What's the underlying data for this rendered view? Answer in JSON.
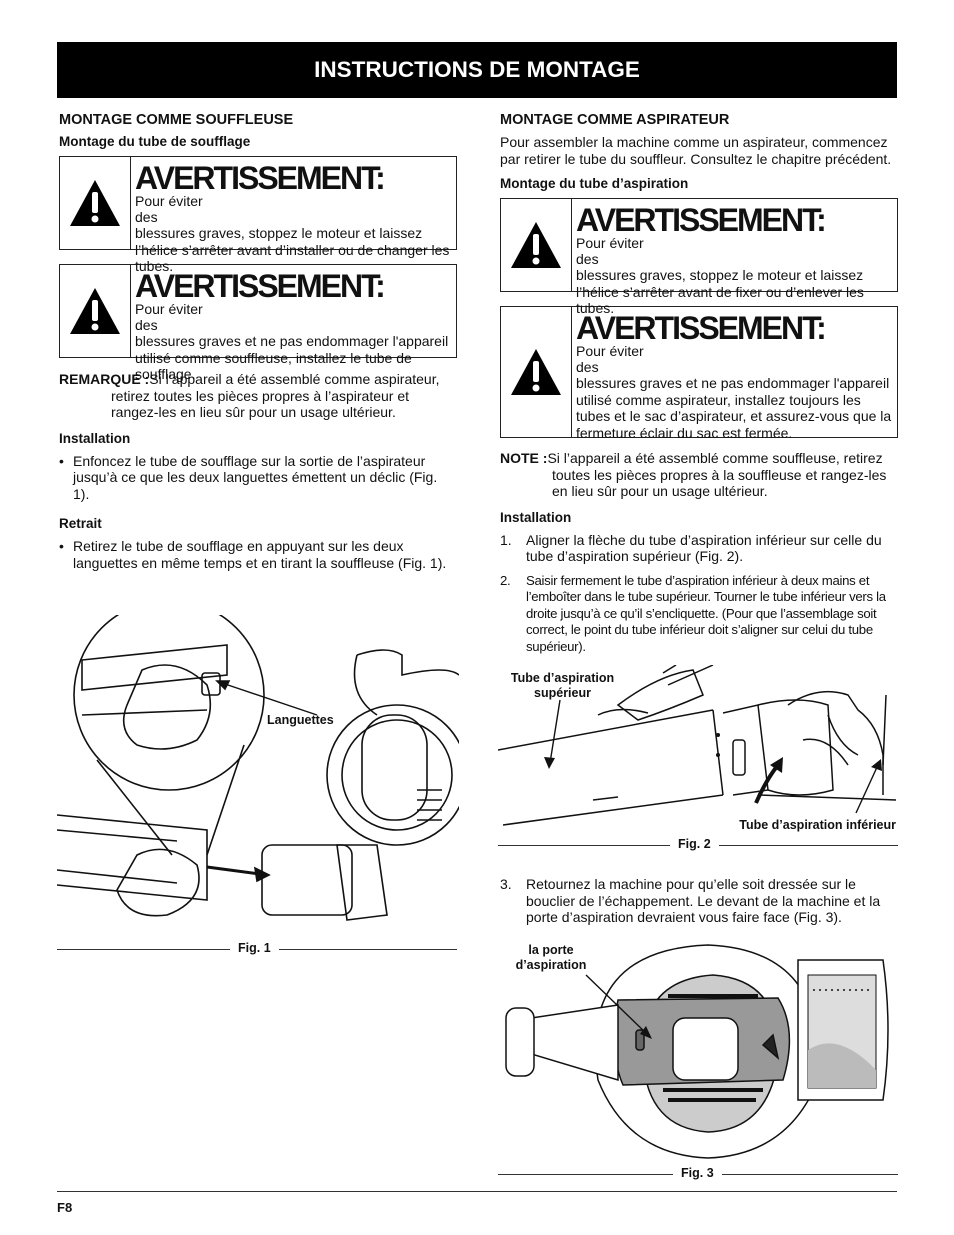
{
  "banner": "INSTRUCTIONS DE MONTAGE",
  "left": {
    "heading": "MONTAGE COMME SOUFFLEUSE",
    "subheading": "Montage du tube de soufflage",
    "warn1": {
      "title": "AVERTISSEMENT:",
      "pour": "Pour éviter des",
      "text": "blessures graves, stoppez le moteur et laissez l’hélice s’arrêter avant d’installer ou de changer les tubes."
    },
    "warn2": {
      "title": "AVERTISSEMENT:",
      "pour": "Pour éviter des",
      "text": "blessures graves et ne pas endommager l'appareil utilisé comme souffleuse, installez le tube de soufflage."
    },
    "remark_label": "REMARQUE :",
    "remark_text": "Si l’appareil a été assemblé comme aspirateur, retirez toutes les pièces propres à l’aspirateur et rangez-les en lieu sûr pour un usage ultérieur.",
    "install_heading": "Installation",
    "install_bullet": "Enfoncez le tube de soufflage sur la sortie de l’aspirateur jusqu’à ce que les deux languettes émettent un déclic (Fig. 1).",
    "retrait_heading": "Retrait",
    "retrait_bullet": "Retirez le tube de soufflage en appuyant sur les deux languettes en même temps et en tirant la souffleuse (Fig. 1).",
    "fig1_label": "Languettes",
    "fig1_caption": "Fig. 1"
  },
  "right": {
    "heading": "MONTAGE COMME ASPIRATEUR",
    "intro": "Pour assembler la machine comme un aspirateur, commencez par retirer le tube du souffleur. Consultez le chapitre précédent.",
    "subheading": "Montage du tube d’aspiration",
    "warn1": {
      "title": "AVERTISSEMENT:",
      "pour": "Pour éviter des",
      "text": "blessures graves, stoppez le moteur et laissez l’hélice s’arrêter avant de fixer ou d’enlever les tubes."
    },
    "warn2": {
      "title": "AVERTISSEMENT:",
      "pour": "Pour éviter des",
      "text": "blessures graves et ne pas endommager l'appareil utilisé comme aspirateur, installez toujours les tubes et le sac d’aspirateur, et assurez-vous que la fermeture éclair du sac est fermée."
    },
    "note_label": "NOTE :",
    "note_text": "Si l’appareil a été assemblé comme souffleuse, retirez toutes les pièces propres à la souffleuse et rangez-les en lieu sûr pour un usage ultérieur.",
    "install_heading": "Installation",
    "steps": [
      {
        "n": "1.",
        "text": "Aligner la flèche du tube d’aspiration inférieur sur celle du tube d’aspiration supérieur (Fig. 2)."
      },
      {
        "n": "2.",
        "text": "Saisir fermement le tube d’aspiration inférieur à deux mains et l’emboîter dans le tube supérieur. Tourner le tube inférieur vers la droite jusqu’à ce qu’il s’encliquette. (Pour que l’assemblage soit correct, le point du tube inférieur doit s’aligner sur celui du tube supérieur)."
      },
      {
        "n": "3.",
        "text": "Retournez la machine pour qu’elle soit dressée sur le bouclier de l’échappement. Le devant de la machine et la porte d’aspiration devraient vous faire face (Fig. 3)."
      }
    ],
    "fig2_label_upper": "Tube d’aspiration supérieur",
    "fig2_label_lower": "Tube d’aspiration inférieur",
    "fig2_caption": "Fig. 2",
    "fig3_label": "la porte d’aspiration",
    "fig3_caption": "Fig. 3"
  },
  "page_number": "F8"
}
